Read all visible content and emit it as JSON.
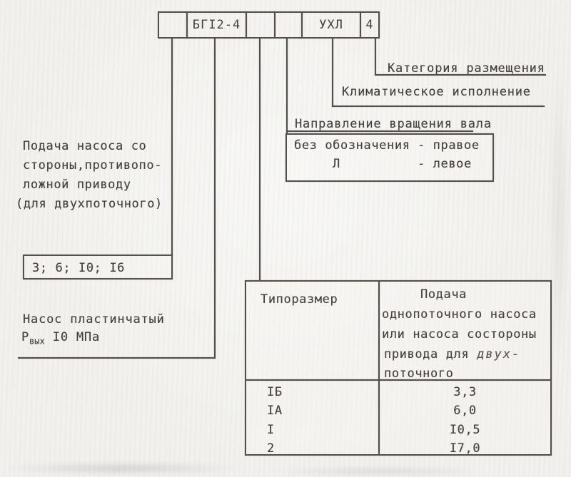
{
  "designation": {
    "code_boxes": [
      {
        "label": ""
      },
      {
        "label": "БГI2-4"
      },
      {
        "label": ""
      },
      {
        "label": ""
      },
      {
        "label": "УХЛ"
      },
      {
        "label": "4"
      }
    ]
  },
  "callouts": {
    "placement_category": "Категория размещения",
    "climatic_version": "Климатическое исполнение",
    "shaft_rotation": {
      "title": "Направление вращения вала",
      "rows": [
        {
          "code": "без обозначения",
          "value": "- правое"
        },
        {
          "code": "Л",
          "value": "- левое"
        }
      ]
    },
    "opposite_side_flow": {
      "lines": [
        "Подача насоса со",
        "стороны,противопо-",
        "ложной приводу",
        "(для двухпоточного)"
      ],
      "values": "3; 6; I0; I6"
    },
    "pump_type": {
      "line1": "Насос пластинчатый",
      "p_symbol": "Р",
      "p_subscript": "вых",
      "p_rest": "I0 МПа"
    }
  },
  "table": {
    "col1_header": "Типоразмер",
    "col2_header": {
      "line1": "Подача",
      "line2": "однопоточного насоса",
      "line3": "или насоса состороны",
      "line4a": "привода для",
      "line4b": "двух-",
      "line5": "поточного"
    },
    "rows": [
      {
        "size": "IБ",
        "flow": "3,3"
      },
      {
        "size": "IА",
        "flow": "6,0"
      },
      {
        "size": "I",
        "flow": "I0,5"
      },
      {
        "size": "2",
        "flow": "I7,0"
      }
    ]
  }
}
